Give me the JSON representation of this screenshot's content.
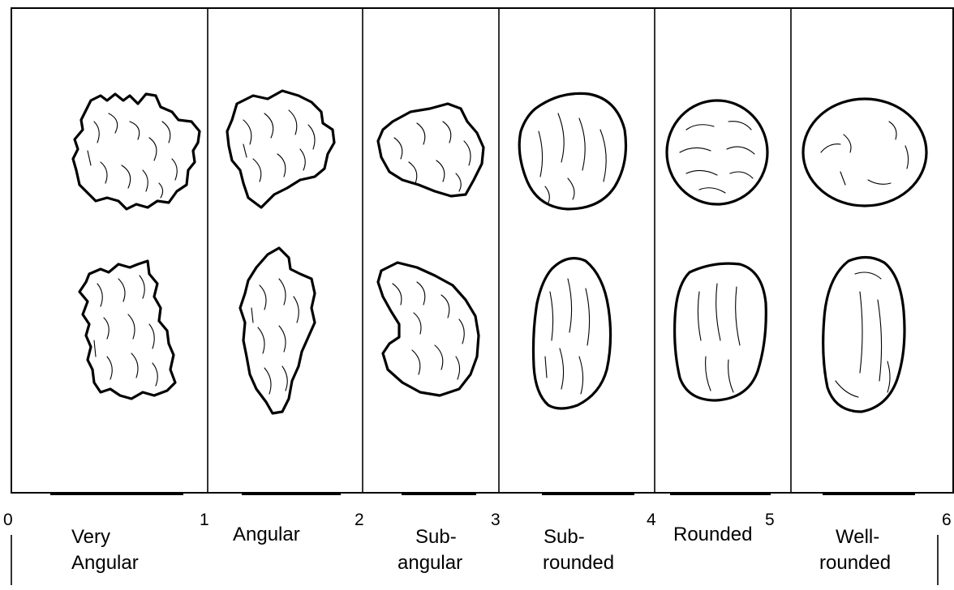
{
  "scale": {
    "numbers": [
      "0",
      "1",
      "2",
      "3",
      "4",
      "5",
      "6"
    ]
  },
  "classes": [
    {
      "label_lines": [
        "Very",
        "Angular"
      ],
      "shapes": [
        "very-angular-pebble-top",
        "very-angular-pebble-bottom"
      ]
    },
    {
      "label_lines": [
        "Angular"
      ],
      "shapes": [
        "angular-pebble-top",
        "angular-pebble-bottom"
      ]
    },
    {
      "label_lines": [
        "Sub-",
        "angular"
      ],
      "shapes": [
        "sub-angular-pebble-top",
        "sub-angular-pebble-bottom"
      ]
    },
    {
      "label_lines": [
        "Sub-",
        "rounded"
      ],
      "shapes": [
        "sub-rounded-pebble-top",
        "sub-rounded-pebble-bottom"
      ]
    },
    {
      "label_lines": [
        "Rounded"
      ],
      "shapes": [
        "rounded-pebble-top",
        "rounded-pebble-bottom"
      ]
    },
    {
      "label_lines": [
        "Well-",
        "rounded"
      ],
      "shapes": [
        "well-rounded-pebble-top",
        "well-rounded-pebble-bottom"
      ]
    }
  ]
}
